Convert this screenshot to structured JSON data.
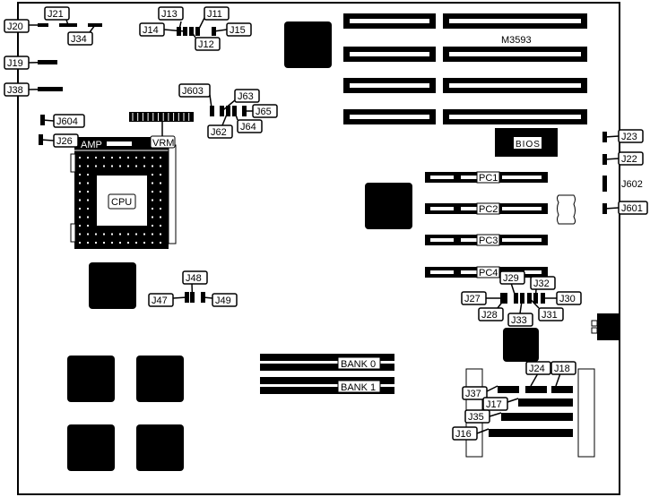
{
  "board": {
    "model": "M3593",
    "colors": {
      "ink": "#000000",
      "paper": "#ffffff"
    }
  },
  "components": {
    "cpu_label": "CPU",
    "socket_brand": "AMP",
    "vrm_label": "VRM",
    "bios_label": "BIOS",
    "pci_slots": [
      "PC1",
      "PC2",
      "PC3",
      "PC4"
    ],
    "memory_banks": [
      "BANK 0",
      "BANK 1"
    ]
  },
  "jumpers": {
    "J20": "J20",
    "J21": "J21",
    "J34": "J34",
    "J13": "J13",
    "J11": "J11",
    "J14": "J14",
    "J12": "J12",
    "J15": "J15",
    "J19": "J19",
    "J38": "J38",
    "J603": "J603",
    "J63": "J63",
    "J65": "J65",
    "J62": "J62",
    "J64": "J64",
    "J604": "J604",
    "J26": "J26",
    "J23": "J23",
    "J22": "J22",
    "J602": "J602",
    "J601": "J601",
    "J29": "J29",
    "J32": "J32",
    "J27": "J27",
    "J30": "J30",
    "J28": "J28",
    "J33": "J33",
    "J31": "J31",
    "J48": "J48",
    "J47": "J47",
    "J49": "J49",
    "J24": "J24",
    "J18": "J18",
    "J37": "J37",
    "J17": "J17",
    "J35": "J35",
    "J16": "J16"
  }
}
